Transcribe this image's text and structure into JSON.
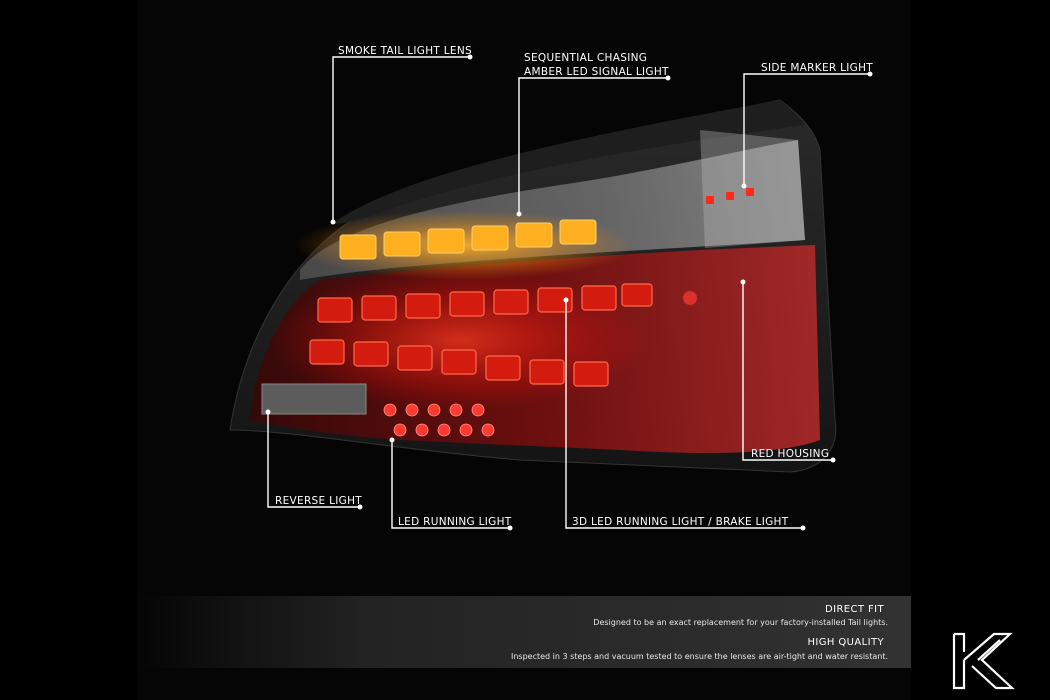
{
  "callouts": {
    "smoke_lens": "SMOKE TAIL LIGHT LENS",
    "sequential_line1": "SEQUENTIAL CHASING",
    "sequential_line2": "AMBER LED SIGNAL LIGHT",
    "side_marker": "SIDE MARKER LIGHT",
    "red_housing": "RED HOUSING",
    "reverse": "REVERSE LIGHT",
    "led_running": "LED RUNNING LIGHT",
    "led_3d": "3D LED RUNNING LIGHT / BRAKE LIGHT"
  },
  "features": [
    {
      "title": "DIRECT FIT",
      "text": "Designed to be an exact replacement for your factory-installed Tail lights."
    },
    {
      "title": "HIGH QUALITY",
      "text": "Inspected in 3 steps and vacuum tested to ensure the lenses are air-tight and water resistant."
    }
  ],
  "colors": {
    "background": "#000000",
    "amber": "#ffa21a",
    "red_led": "#ff2a1a",
    "callout_line": "#ffffff"
  },
  "logo": {
    "icon": "k-monogram-logo"
  }
}
